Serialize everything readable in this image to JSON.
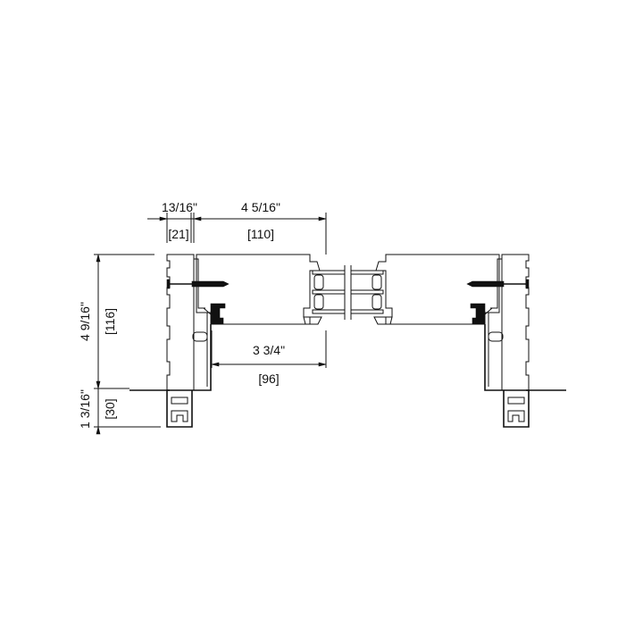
{
  "drawing": {
    "dimensions": {
      "jamb_width": {
        "imperial": "13/16\"",
        "metric": "[21]"
      },
      "sash_width": {
        "imperial": "4 5/16\"",
        "metric": "[110]"
      },
      "opening_width": {
        "imperial": "3 3/4\"",
        "metric": "[96]"
      },
      "frame_height": {
        "imperial": "4 9/16\"",
        "metric": "[116]"
      },
      "sill_height": {
        "imperial": "1 3/16\"",
        "metric": "[30]"
      }
    },
    "colors": {
      "line": "#111111",
      "background": "#ffffff"
    }
  }
}
